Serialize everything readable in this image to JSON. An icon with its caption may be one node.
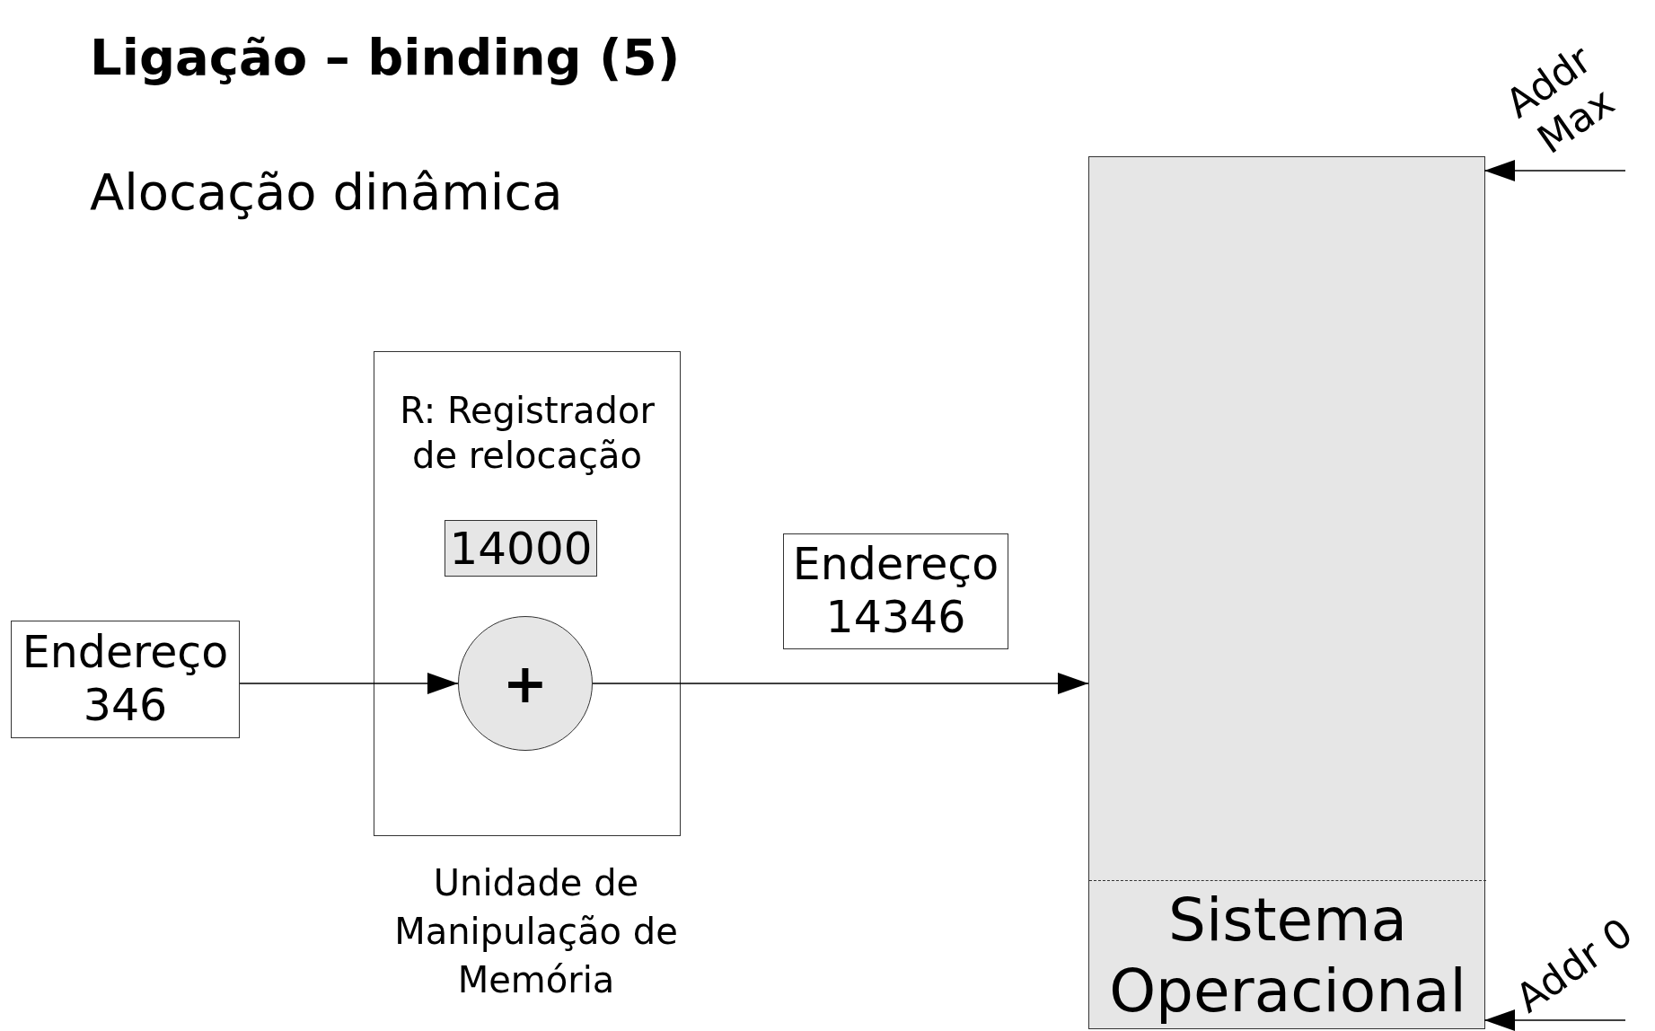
{
  "diagram": {
    "title": "Ligação – binding (5)",
    "nodes": [
      {
        "text": [
          "Endereço 346"
        ]
      },
      {
        "text": [
          "R: Registrador de relocação"
        ],
        "beside": [
          "Unidade de Manipulação de Memória"
        ]
      },
      {
        "text": [
          "14000"
        ],
        "in": 1
      },
      {
        "text": [
          "+"
        ],
        "in": 1
      },
      {
        "text": [
          "Endereço 14346"
        ]
      },
      {
        "text": [],
        "shape": "box"
      },
      {
        "text": [
          "Sistema Operacional"
        ],
        "in": 5
      },
      {
        "text": [
          "Addr Max"
        ]
      },
      {
        "text": [
          "Addr 0"
        ]
      }
    ],
    "edges": [
      {
        "from": 0,
        "to": 3,
        "arrow": "to"
      },
      {
        "from": 3,
        "to": 5,
        "arrow": "to"
      },
      {
        "from": 7,
        "to": 5,
        "arrow": "to"
      },
      {
        "from": 8,
        "to": 5,
        "arrow": "to"
      }
    ],
    "labels": [
      "Alocação dinâmica"
    ]
  }
}
